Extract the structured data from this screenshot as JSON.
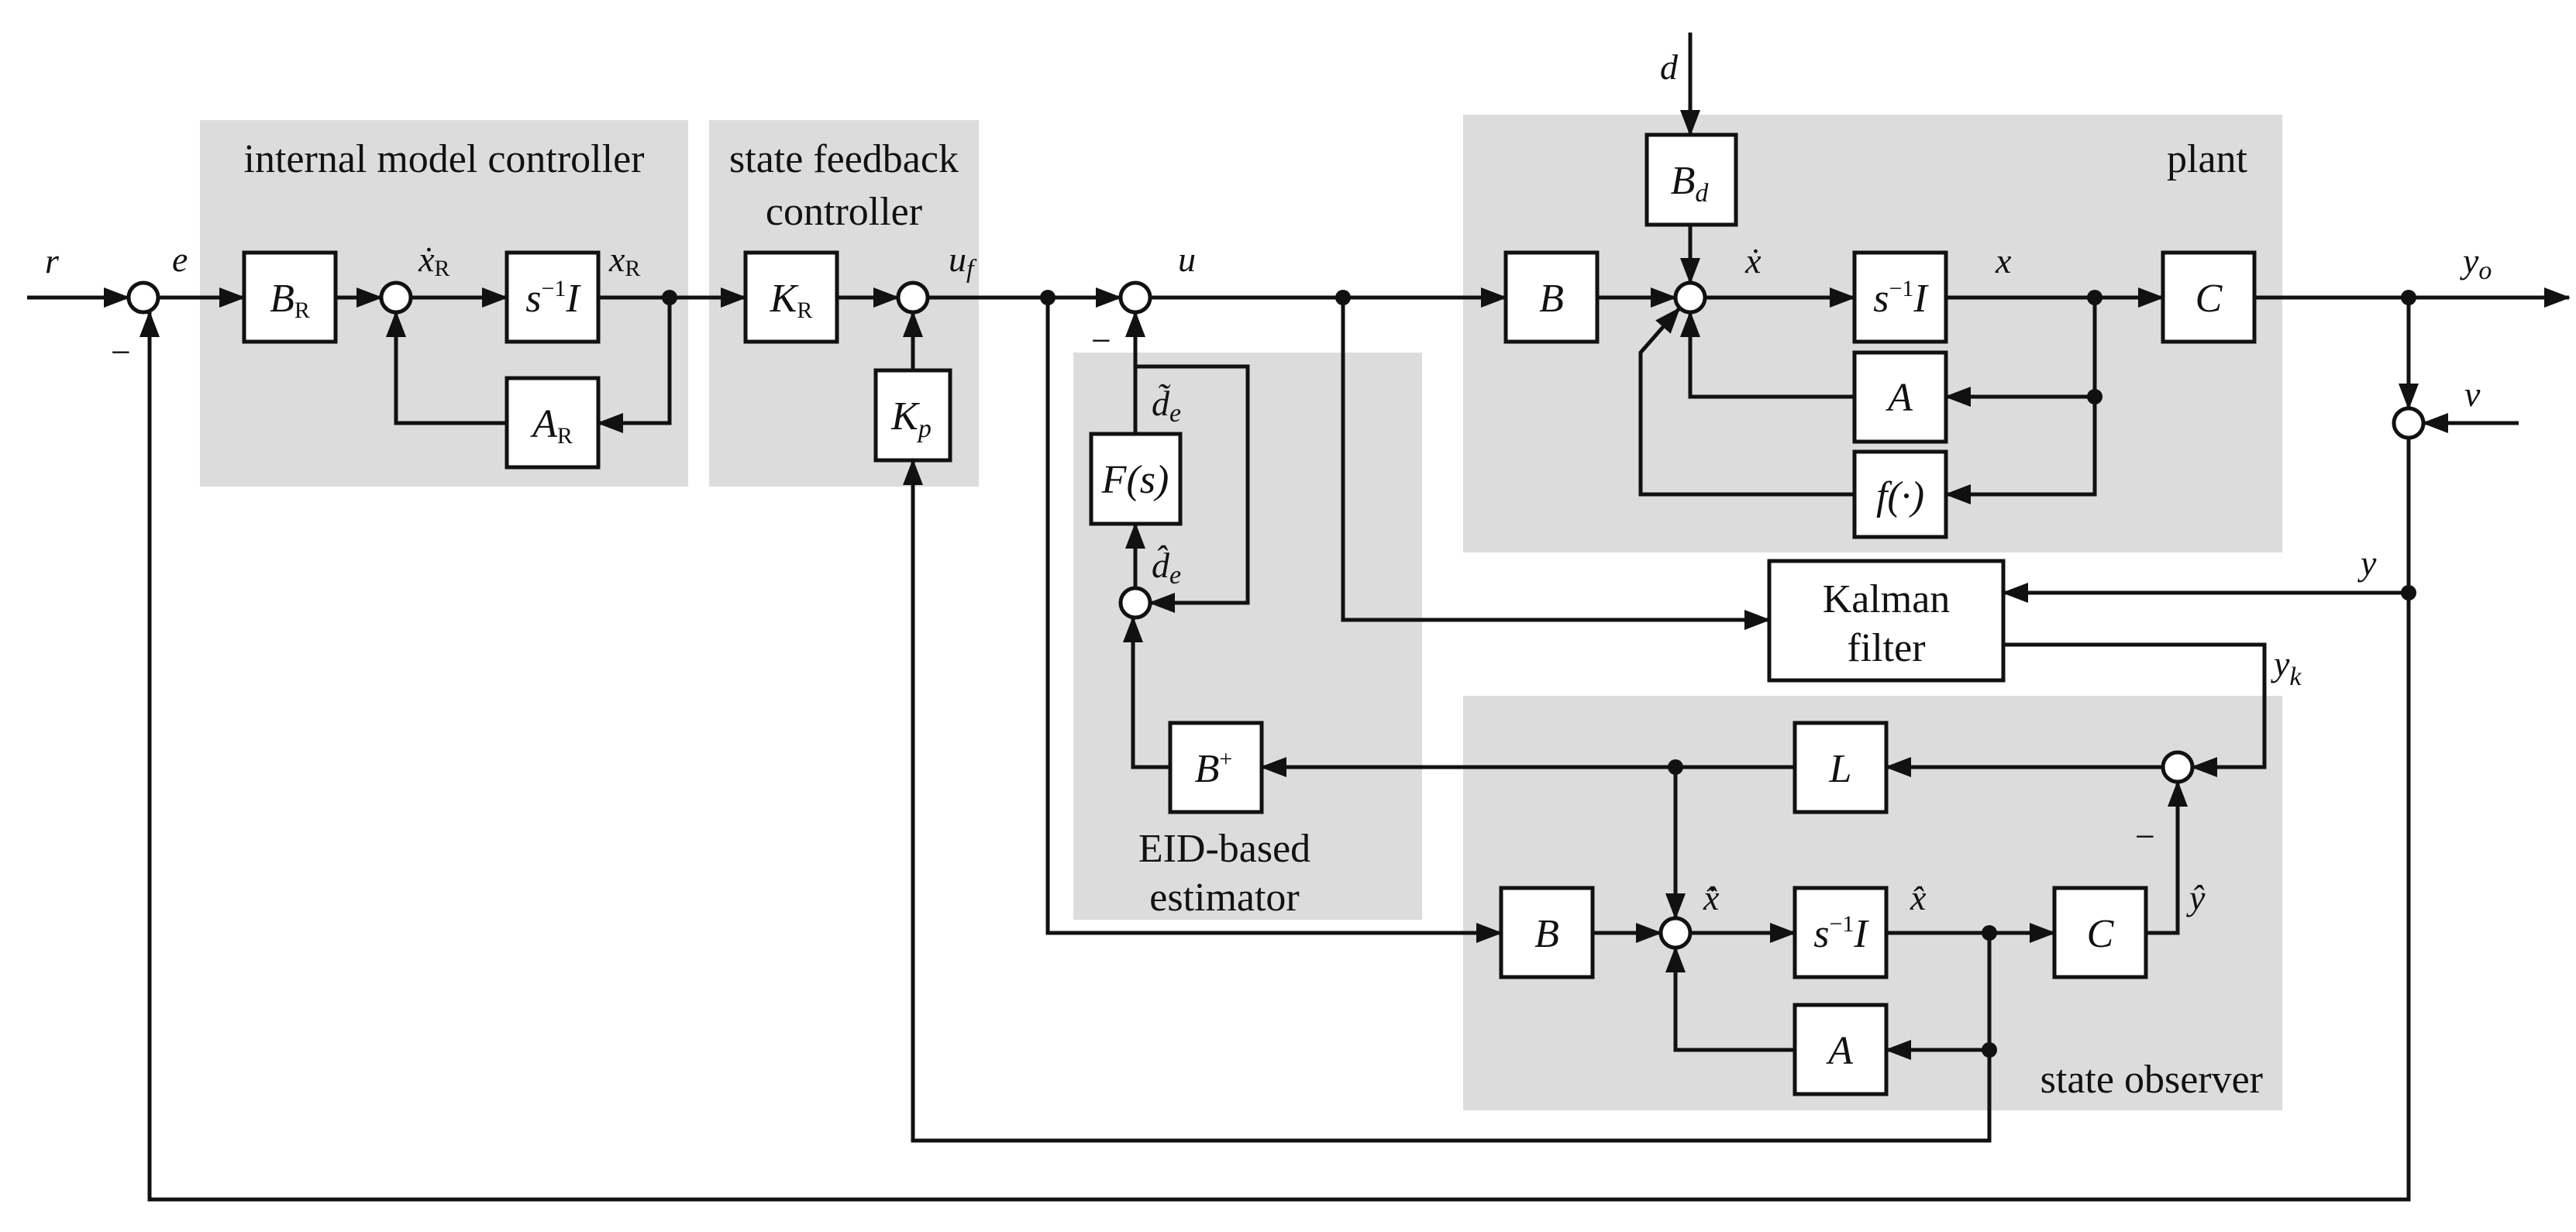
{
  "regions": {
    "internal_model_controller": "internal model controller",
    "state_feedback_controller": [
      "state feedback",
      "controller"
    ],
    "plant": "plant",
    "eid_estimator": [
      "EID-based",
      "estimator"
    ],
    "state_observer": "state observer"
  },
  "blocks": {
    "BR": {
      "main": "B",
      "sub": "R"
    },
    "s_inv_I": {
      "main": "s",
      "sup": "−1",
      "tail": "I"
    },
    "AR": {
      "main": "A",
      "sub": "R"
    },
    "KR": {
      "main": "K",
      "sub": "R"
    },
    "Kp": {
      "main": "K",
      "sub": "p"
    },
    "Fs": {
      "main": "F",
      "tail": "(s)"
    },
    "Bd": {
      "main": "B",
      "sub": "d"
    },
    "B": "B",
    "A": "A",
    "f": {
      "main": "f",
      "tail": "(·)"
    },
    "C": "C",
    "kalman": [
      "Kalman",
      "filter"
    ],
    "L": "L",
    "Bplus": {
      "main": "B",
      "sup": "+"
    }
  },
  "signals": {
    "r": "r",
    "e": "e",
    "xR_dot": {
      "main": "ẋ",
      "sub": "R"
    },
    "xR": {
      "main": "x",
      "sub": "R"
    },
    "uf": {
      "main": "u",
      "sub": "f"
    },
    "u": "u",
    "d": "d",
    "x_dot": "ẋ",
    "x": "x",
    "yo": {
      "main": "y",
      "sub": "o"
    },
    "v": "v",
    "y": "y",
    "yk": {
      "main": "y",
      "sub": "k"
    },
    "de_tilde": {
      "main": "d̃",
      "sub": "e"
    },
    "de_hat": {
      "main": "d̂",
      "sub": "e"
    },
    "xhat_dot": "x̂̇",
    "xhat": "x̂",
    "yhat": "ŷ",
    "minus": "−"
  }
}
